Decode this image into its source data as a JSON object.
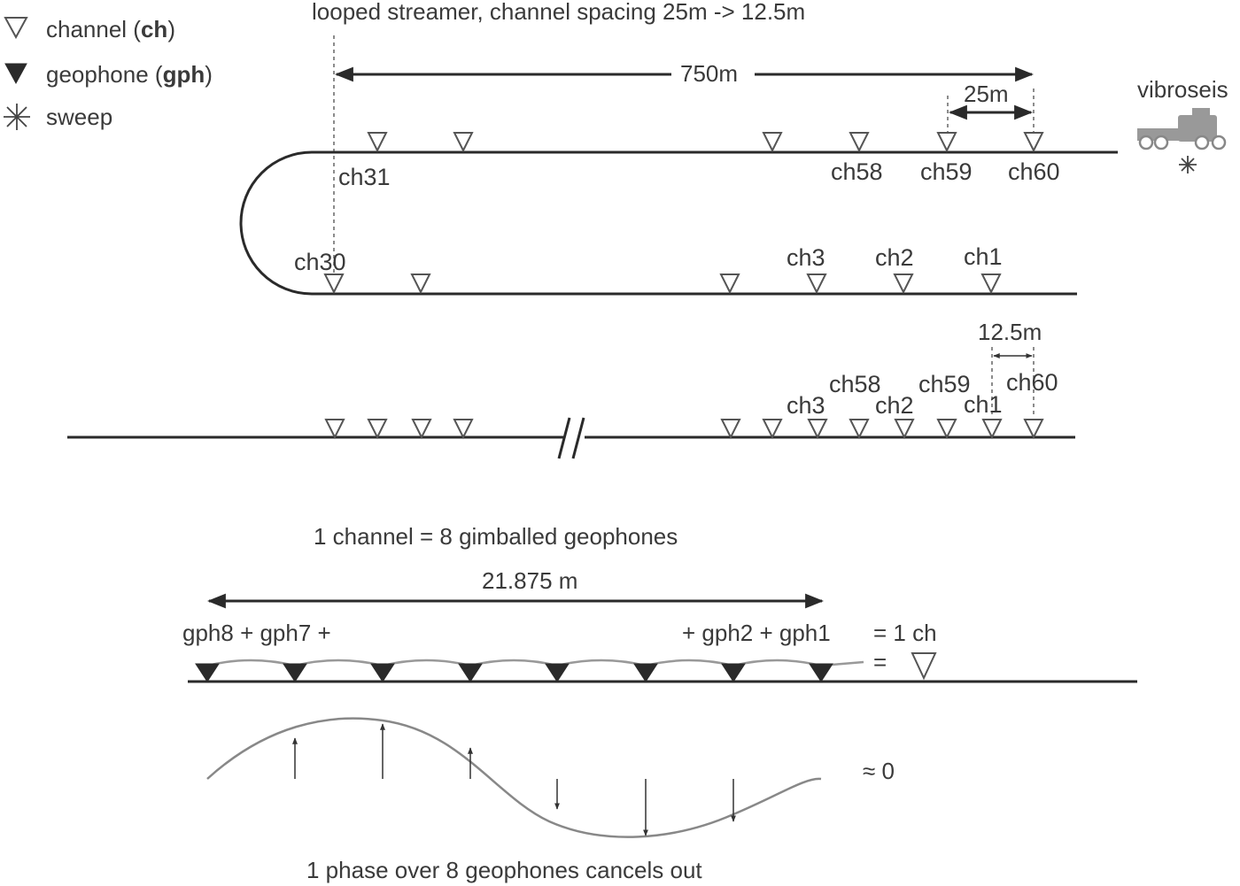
{
  "legend": {
    "channel_text": "channel (",
    "channel_abbr": "ch",
    "channel_close": ")",
    "geophone_text": "geophone (",
    "geophone_abbr": "gph",
    "geophone_close": ")",
    "sweep_text": "sweep"
  },
  "streamer": {
    "title": "looped streamer,  channel spacing 25m -> 12.5m",
    "length_label": "750m",
    "spacing_label": "25m",
    "source_label": "vibroseis",
    "upper_labels": {
      "ch31": "ch31",
      "ch58": "ch58",
      "ch59": "ch59",
      "ch60": "ch60"
    },
    "lower_labels": {
      "ch30": "ch30",
      "ch3": "ch3",
      "ch2": "ch2",
      "ch1": "ch1"
    }
  },
  "interleaved": {
    "spacing_label": "12.5m",
    "labels": {
      "ch58": "ch58",
      "ch59": "ch59",
      "ch60": "ch60",
      "ch3": "ch3",
      "ch2": "ch2",
      "ch1": "ch1"
    },
    "break_mark": "//"
  },
  "geophones": {
    "title": "1 channel = 8 gimballed geophones",
    "length_label": "21.875 m",
    "sum_left": "gph8 + gph7 +",
    "sum_right": "+ gph2 + gph1",
    "equals_ch": "= 1 ch",
    "equals": "=",
    "approx_zero": "≈  0",
    "caption": "1 phase  over 8 geophones cancels out"
  }
}
